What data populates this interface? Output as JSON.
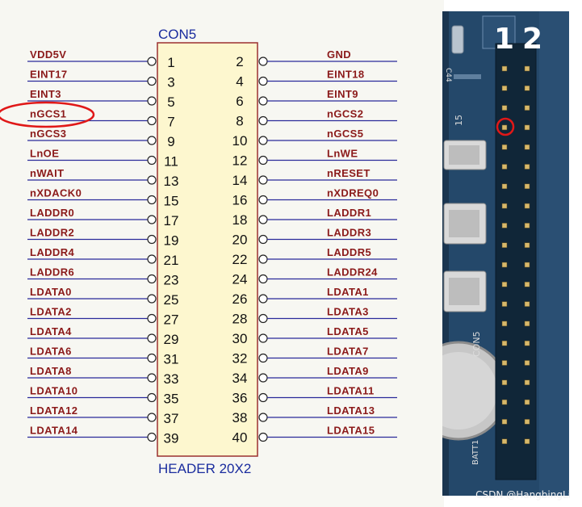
{
  "schematic": {
    "part_name": "CON5",
    "part_type": "HEADER 20X2",
    "circled_signal": "nGCS1",
    "pins": [
      {
        "odd": "1",
        "even": "2",
        "left": "VDD5V",
        "right": "GND"
      },
      {
        "odd": "3",
        "even": "4",
        "left": "EINT17",
        "right": "EINT18"
      },
      {
        "odd": "5",
        "even": "6",
        "left": "EINT3",
        "right": "EINT9"
      },
      {
        "odd": "7",
        "even": "8",
        "left": "nGCS1",
        "right": "nGCS2"
      },
      {
        "odd": "9",
        "even": "10",
        "left": "nGCS3",
        "right": "nGCS5"
      },
      {
        "odd": "11",
        "even": "12",
        "left": "LnOE",
        "right": "LnWE"
      },
      {
        "odd": "13",
        "even": "14",
        "left": "nWAIT",
        "right": "nRESET"
      },
      {
        "odd": "15",
        "even": "16",
        "left": "nXDACK0",
        "right": "nXDREQ0"
      },
      {
        "odd": "17",
        "even": "18",
        "left": "LADDR0",
        "right": "LADDR1"
      },
      {
        "odd": "19",
        "even": "20",
        "left": "LADDR2",
        "right": "LADDR3"
      },
      {
        "odd": "21",
        "even": "22",
        "left": "LADDR4",
        "right": "LADDR5"
      },
      {
        "odd": "23",
        "even": "24",
        "left": "LADDR6",
        "right": "LADDR24"
      },
      {
        "odd": "25",
        "even": "26",
        "left": "LDATA0",
        "right": "LDATA1"
      },
      {
        "odd": "27",
        "even": "28",
        "left": "LDATA2",
        "right": "LDATA3"
      },
      {
        "odd": "29",
        "even": "30",
        "left": "LDATA4",
        "right": "LDATA5"
      },
      {
        "odd": "31",
        "even": "32",
        "left": "LDATA6",
        "right": "LDATA7"
      },
      {
        "odd": "33",
        "even": "34",
        "left": "LDATA8",
        "right": "LDATA9"
      },
      {
        "odd": "35",
        "even": "36",
        "left": "LDATA10",
        "right": "LDATA11"
      },
      {
        "odd": "37",
        "even": "38",
        "left": "LDATA12",
        "right": "LDATA13"
      },
      {
        "odd": "39",
        "even": "40",
        "left": "LDATA14",
        "right": "LDATA15"
      }
    ]
  },
  "photo": {
    "pin1_label": "1",
    "pin2_label": "2",
    "silk_c44": "C44",
    "silk_15": "15",
    "silk_con5": "CON5",
    "silk_batt": "BATT1",
    "circled_pin": "7"
  },
  "watermark": "CSDN @HangbingLi",
  "colors": {
    "signal_text": "#8b1a1a",
    "wire": "#2a2a9a",
    "title_text": "#1a2c9e",
    "header_body_fill": "#fdf7cf",
    "header_body_stroke": "#9b3030",
    "highlight_circle": "#e01818",
    "pcb_board": "#24486a"
  }
}
